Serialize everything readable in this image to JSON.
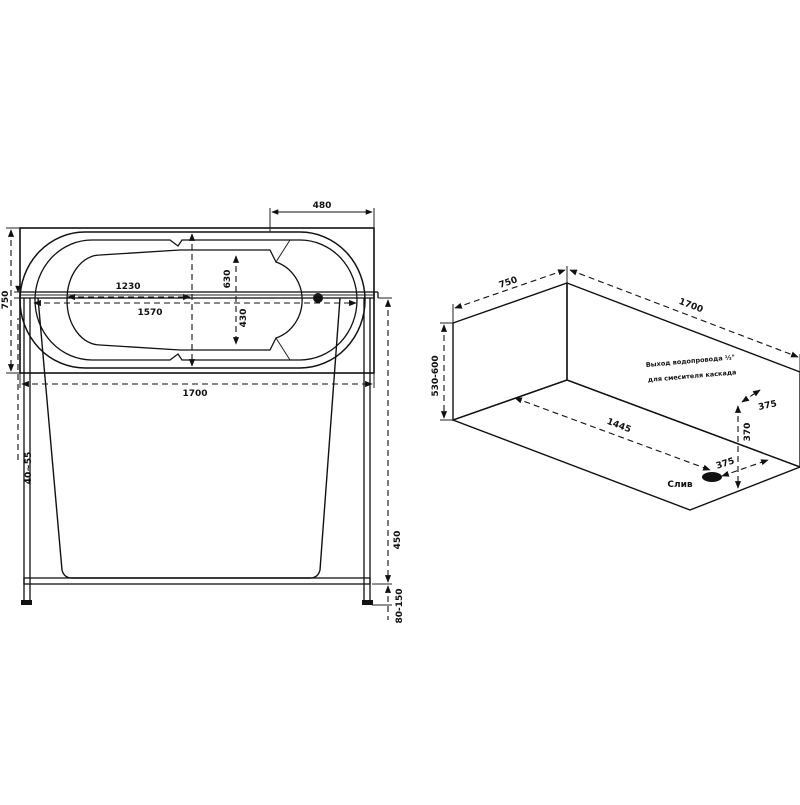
{
  "top_view": {
    "width_dim": "480",
    "depth_dim": "750",
    "length_dim": "1700",
    "inner_length": "1230",
    "center_length": "1570",
    "width_630": "630",
    "width_430": "430"
  },
  "side_view": {
    "rim_dim": "40~55",
    "height_dim": "450",
    "legs_dim": "80-150"
  },
  "iso_view": {
    "width_dim": "750",
    "length_dim": "1700",
    "height_dim": "530-600",
    "floor_dim": "1445",
    "pipe_note_line1": "Выход водопровода ½\"",
    "pipe_note_line2": "для смесителя каскада",
    "dim_375_top": "375",
    "dim_370": "370",
    "dim_375_bottom": "375",
    "drain_label": "Слив"
  }
}
